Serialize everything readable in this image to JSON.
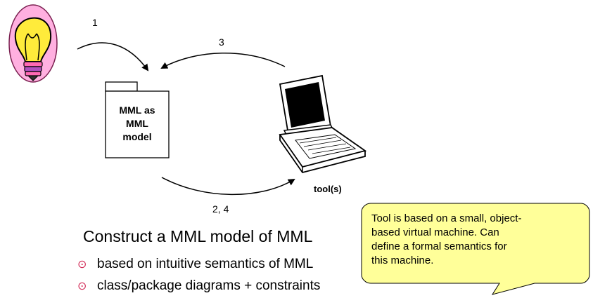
{
  "diagram": {
    "arrow_labels": {
      "idea_to_model": "1",
      "model_to_tool": "2, 4",
      "tool_to_model": "3"
    },
    "package_label": [
      "MML as",
      "MML",
      "model"
    ],
    "tool_label": "tool(s)"
  },
  "main": {
    "heading": "Construct a MML model of MML",
    "bullets": [
      "based on intuitive semantics of MML",
      "class/package diagrams + constraints"
    ]
  },
  "callout": {
    "lines": [
      "Tool is based on a small, object-",
      "based virtual machine. Can",
      "define a formal semantics for",
      "this machine."
    ]
  },
  "colors": {
    "callout_fill": "#ffff99",
    "bullet_mark": "#d32f5a",
    "bulb_glow": "#ffb0e0",
    "bulb_body": "#ffeb3b"
  }
}
